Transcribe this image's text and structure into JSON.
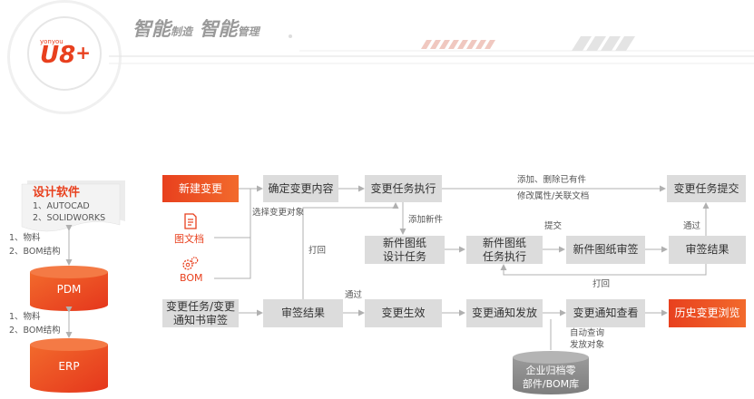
{
  "header": {
    "brand_small": "yonyou",
    "brand_big": "U8",
    "brand_plus": "+",
    "slogan_1_big": "智能",
    "slogan_1_small": "制造",
    "slogan_2_big": "智能",
    "slogan_2_small": "管理"
  },
  "left": {
    "doc_title": "设计软件",
    "doc_line1": "1、AUTOCAD",
    "doc_line2": "2、SOLIDWORKS",
    "pdm_note1": "1、物料",
    "pdm_note2": "2、BOM结构",
    "pdm": "PDM",
    "erp_note1": "1、物料",
    "erp_note2": "2、BOM结构",
    "erp": "ERP"
  },
  "nodes": {
    "new_change": "新建变更",
    "doc_icon_label": "图文档",
    "bom_icon_label": "BOM",
    "confirm_content": "确定变更内容",
    "task_exec": "变更任务执行",
    "task_submit": "变更任务提交",
    "new_drawing_line1": "新件图纸",
    "new_drawing_line2": "设计任务",
    "new_drawing_exec_line1": "新件图纸",
    "new_drawing_exec_line2": "任务执行",
    "new_drawing_review": "新件图纸审签",
    "review_result_top": "审签结果",
    "notice_review_line1": "变更任务/变更",
    "notice_review_line2": "通知书审签",
    "review_result_bottom": "审签结果",
    "effective": "变更生效",
    "notice_publish": "变更通知发放",
    "notice_view": "变更通知查看",
    "history": "历史变更浏览",
    "archive_line1": "企业归档零",
    "archive_line2": "部件/BOM库"
  },
  "edge_labels": {
    "add_delete_line1": "添加、删除已有件",
    "add_delete_line2": "修改属性/关联文档",
    "select_objects": "选择变更对象",
    "add_new_part": "添加新件",
    "submit": "提交",
    "pass_top": "通过",
    "reject_left": "打回",
    "reject_bottom": "打回",
    "pass_bottom": "通过",
    "auto_query_line1": "自动查询",
    "auto_query_line2": "发放对象"
  },
  "colors": {
    "accent": "#e8401e",
    "box_gray": "#dcdcdc",
    "line_gray": "#b0b0b0"
  }
}
